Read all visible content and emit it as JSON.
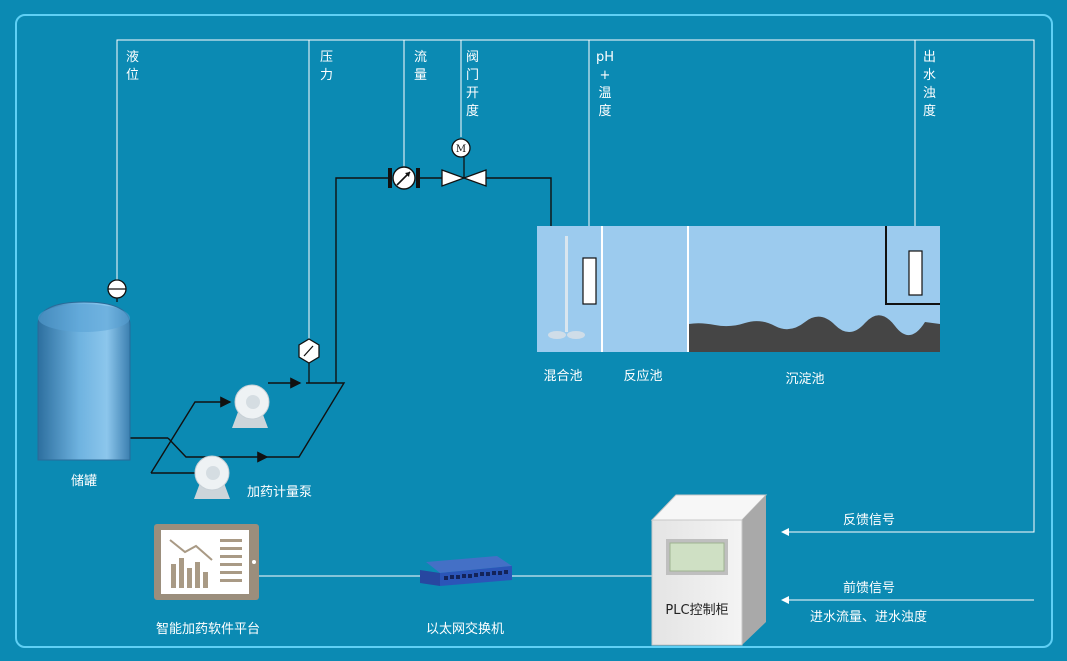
{
  "signals": {
    "level": [
      "液",
      "位"
    ],
    "pressure": [
      "压",
      "力"
    ],
    "flow": [
      "流",
      "量"
    ],
    "valve_opening": [
      "阀",
      "门",
      "开",
      "度"
    ],
    "ph_temp": [
      "pH",
      "+",
      "温",
      "度"
    ],
    "effluent_turbidity": [
      "出",
      "水",
      "浊",
      "度"
    ]
  },
  "labels": {
    "tank": "储罐",
    "dosing_pump": "加药计量泵",
    "mixing_tank": "混合池",
    "reaction_tank": "反应池",
    "sedimentation_tank": "沉淀池",
    "feedback_signal": "反馈信号",
    "feedforward_signal": "前馈信号",
    "inflow_info": "进水流量、进水浊度",
    "plc_cabinet": "PLC控制柜",
    "software_platform": "智能加药软件平台",
    "ethernet_switch": "以太网交换机"
  },
  "colors": {
    "background": "#0b8ab3",
    "frame": "#5fd0f5",
    "line": "#ffffff",
    "pipe": "#111111",
    "pool_water": "#9ccbee",
    "sludge": "#454545",
    "tank_body": "#4d95c7"
  },
  "icons": {
    "level_sensor": "level-sensor-icon",
    "pressure_gauge": "pressure-gauge-icon",
    "flow_meter": "flow-meter-icon",
    "motor_valve": "motor-valve-icon",
    "mixer": "mixer-icon",
    "probe": "probe-icon",
    "pump": "pump-icon",
    "tablet": "tablet-icon",
    "switch": "switch-icon",
    "cabinet": "cabinet-icon"
  }
}
